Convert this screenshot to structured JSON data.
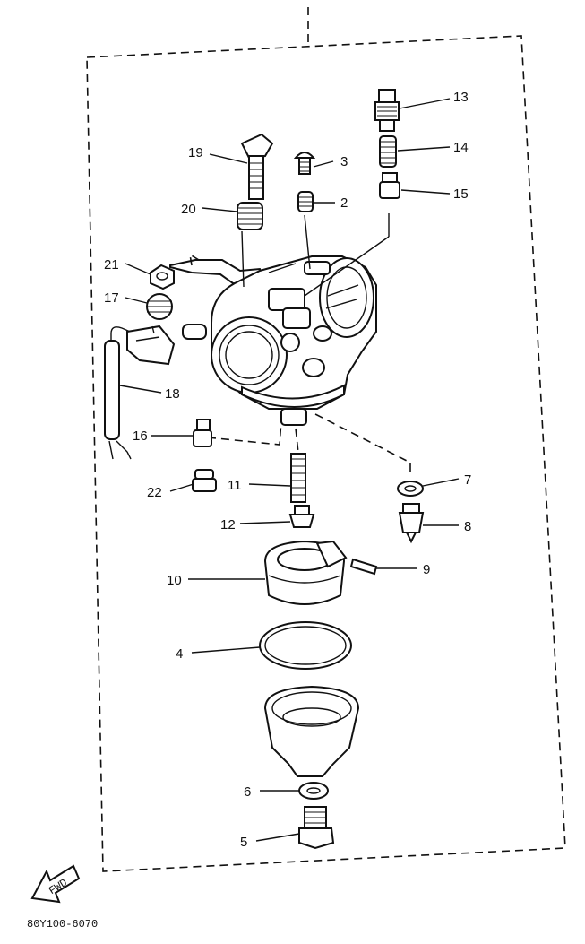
{
  "diagram": {
    "code": "80Y100-6070",
    "front_mark": "FWD",
    "callouts": [
      "13",
      "14",
      "15",
      "19",
      "3",
      "2",
      "20",
      "21",
      "17",
      "18",
      "16",
      "22",
      "11",
      "12",
      "7",
      "8",
      "10",
      "9",
      "4",
      "6",
      "5"
    ]
  }
}
